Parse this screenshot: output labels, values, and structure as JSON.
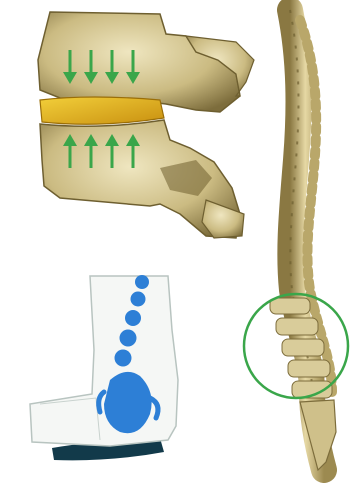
{
  "illustration": {
    "panels": [
      {
        "id": "vertebra-compression",
        "subject": "lumbar-vertebra-pair-with-disc",
        "icon": "down-arrows-and-up-arrows",
        "arrows_down": 4,
        "arrows_up": 4
      },
      {
        "id": "sitting-posture",
        "subject": "seated-figure-with-blue-spine",
        "icon": "blue-vertebra-dots"
      },
      {
        "id": "full-spine",
        "subject": "spinal-column-side-view",
        "icon": "green-highlight-circle",
        "highlight_region": "lumbar"
      }
    ]
  },
  "colors": {
    "arrow": "#3aa64a",
    "highlight_ring": "#3aa64a",
    "disc": "#e8b820",
    "bone": "#d9cc9a",
    "bone_shadow": "#8a7a48",
    "spine_dots": "#2d7fd6",
    "seat": "#123a4a"
  }
}
